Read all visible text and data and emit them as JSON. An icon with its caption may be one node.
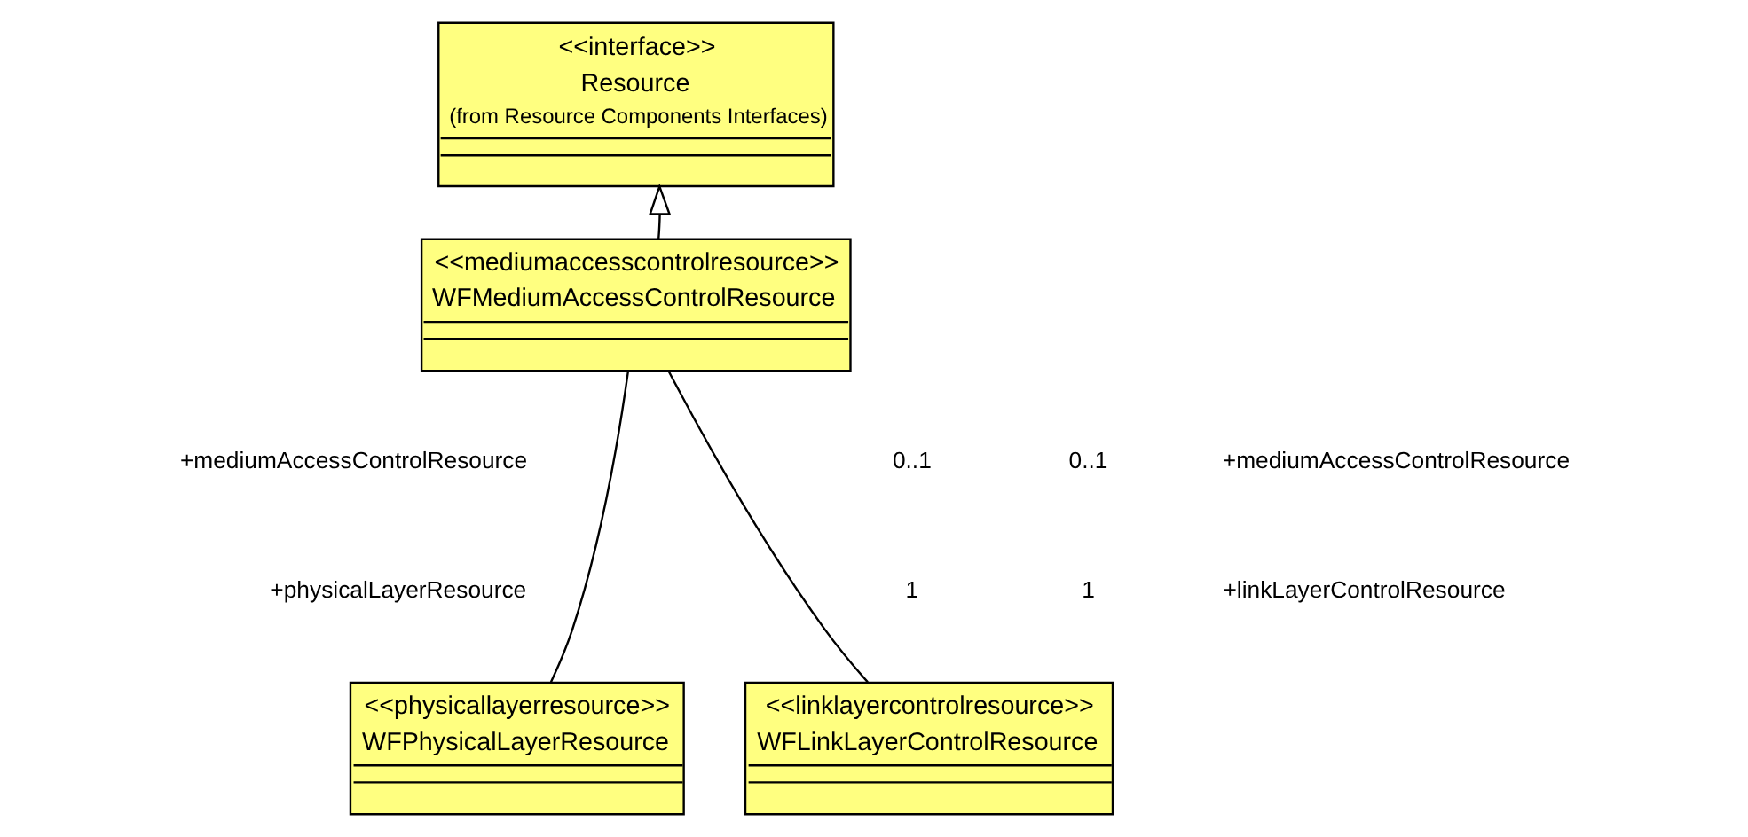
{
  "diagram": {
    "nodes": [
      {
        "text": [
          "<<interface>>",
          "Resource",
          "(from Resource Components Interfaces)"
        ]
      },
      {
        "text": [
          "<<mediumaccesscontrolresource>>",
          "WFMediumAccessControlResource"
        ]
      },
      {
        "text": [
          "<<physicallayerresource>>",
          "WFPhysicalLayerResource"
        ]
      },
      {
        "text": [
          "<<linklayercontrolresource>>",
          "WFLinkLayerControlResource"
        ]
      }
    ],
    "edges": [
      {
        "from": 1,
        "to": 0,
        "arrow": "to"
      },
      {
        "from": 1,
        "to": 2,
        "arrow": "none"
      },
      {
        "from": 1,
        "to": 3,
        "arrow": "none"
      }
    ],
    "labels": [
      "+mediumAccessControlResource",
      "0..1",
      "0..1",
      "+mediumAccessControlResource",
      "+physicalLayerResource",
      "1",
      "1",
      "+linkLayerControlResource"
    ]
  }
}
